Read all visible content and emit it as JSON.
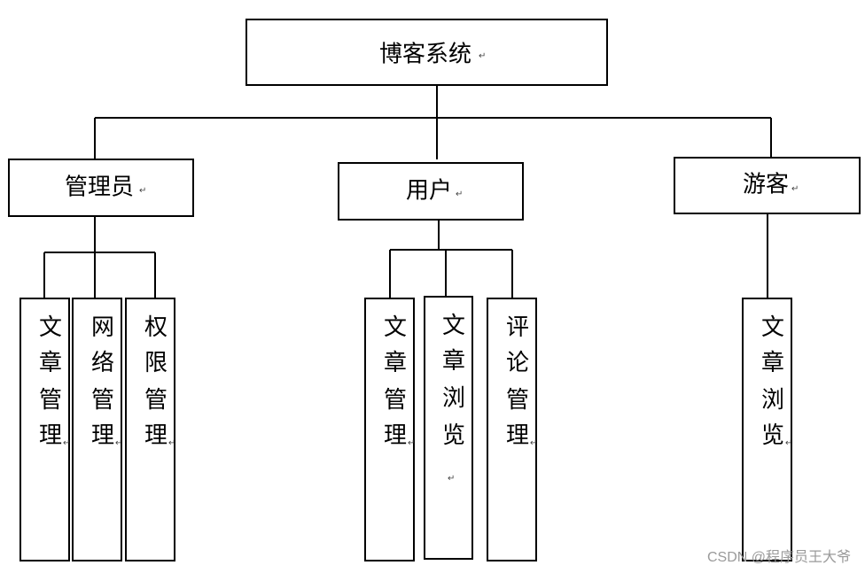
{
  "root": {
    "label": "博客系统"
  },
  "roles": [
    {
      "label": "管理员",
      "functions": [
        "文章管理",
        "网络管理",
        "权限管理"
      ]
    },
    {
      "label": "用户",
      "functions": [
        "文章管理",
        "文章浏览",
        "评论管理"
      ]
    },
    {
      "label": "游客",
      "functions": [
        "文章浏览"
      ]
    }
  ],
  "paragraph_mark": "↵",
  "watermark": "CSDN @程序员王大爷"
}
